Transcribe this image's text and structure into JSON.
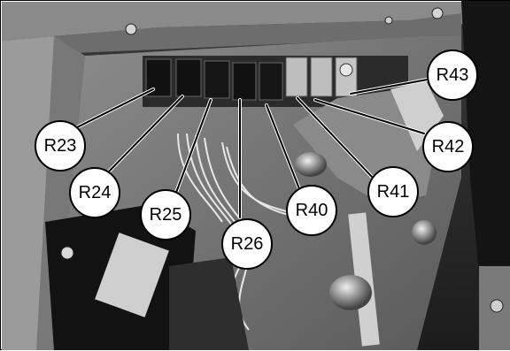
{
  "callouts": [
    {
      "id": "r23",
      "label": "R23"
    },
    {
      "id": "r24",
      "label": "R24"
    },
    {
      "id": "r25",
      "label": "R25"
    },
    {
      "id": "r26",
      "label": "R26"
    },
    {
      "id": "r40",
      "label": "R40"
    },
    {
      "id": "r41",
      "label": "R41"
    },
    {
      "id": "r42",
      "label": "R42"
    },
    {
      "id": "r43",
      "label": "R43"
    }
  ]
}
